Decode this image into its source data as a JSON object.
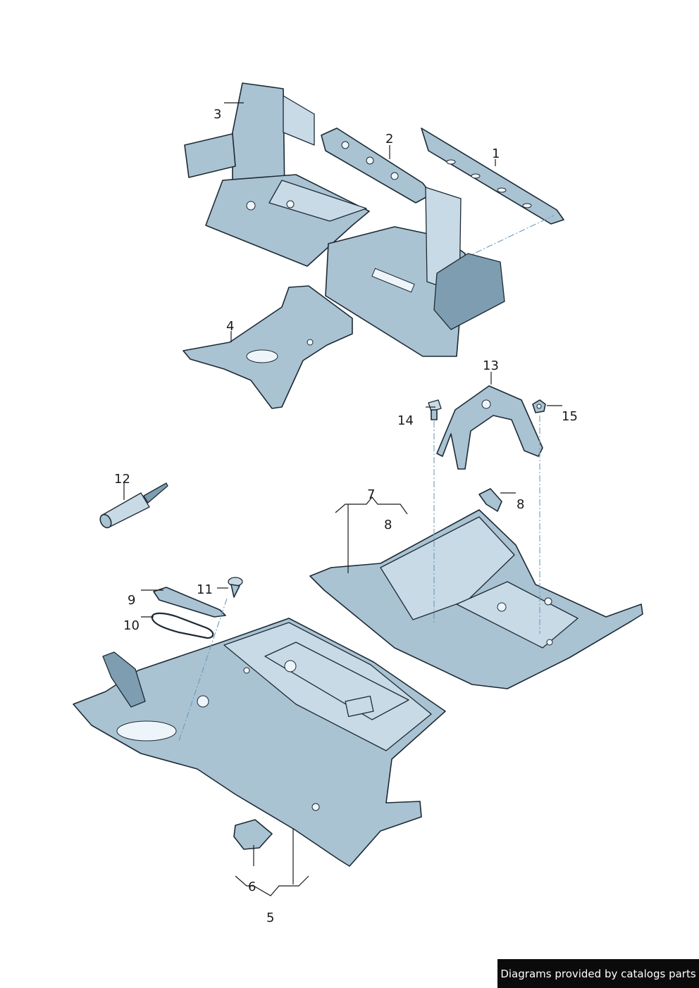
{
  "callouts": [
    {
      "id": "1",
      "text": "1"
    },
    {
      "id": "2",
      "text": "2"
    },
    {
      "id": "3",
      "text": "3"
    },
    {
      "id": "4",
      "text": "4"
    },
    {
      "id": "5",
      "text": "5"
    },
    {
      "id": "6",
      "text": "6"
    },
    {
      "id": "7",
      "text": "7"
    },
    {
      "id": "8a",
      "text": "8"
    },
    {
      "id": "8b",
      "text": "8"
    },
    {
      "id": "9",
      "text": "9"
    },
    {
      "id": "10",
      "text": "10"
    },
    {
      "id": "11",
      "text": "11"
    },
    {
      "id": "12",
      "text": "12"
    },
    {
      "id": "13",
      "text": "13"
    },
    {
      "id": "14",
      "text": "14"
    },
    {
      "id": "15",
      "text": "15"
    }
  ],
  "footer": {
    "text": "Diagrams provided by catalogs parts"
  },
  "colors": {
    "part_fill": "#a9c3d3",
    "part_outline": "#1d2a34",
    "dash_line": "#6f9ab8",
    "footer_bg": "#0b0b0b"
  }
}
